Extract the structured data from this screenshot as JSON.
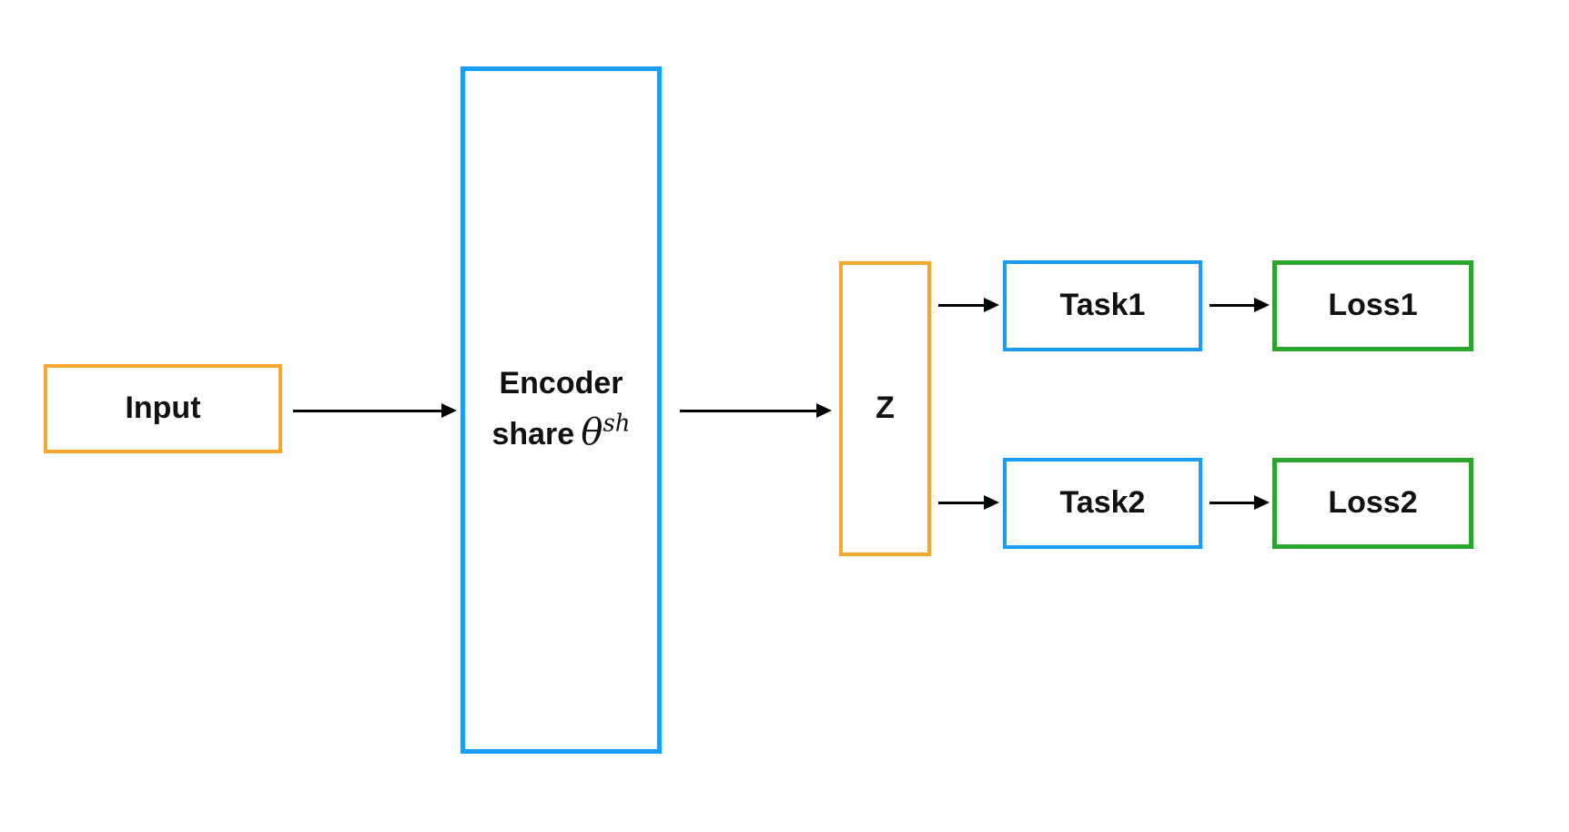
{
  "colors": {
    "orange": "#F7A72E",
    "blue": "#1A9EF5",
    "green": "#2CA52F",
    "arrow": "#000000",
    "background": "#FFFFFF",
    "text": "#111111"
  },
  "nodes": {
    "input": {
      "label": "Input",
      "border_color": "#F7A72E"
    },
    "encoder": {
      "label_line1": "Encoder",
      "label_line2_prefix": "share",
      "theta_symbol": "θ",
      "theta_superscript": "sh",
      "border_color": "#1A9EF5"
    },
    "z": {
      "label": "Z",
      "border_color": "#F7A72E"
    },
    "task1": {
      "label": "Task1",
      "border_color": "#1A9EF5"
    },
    "loss1": {
      "label": "Loss1",
      "border_color": "#2CA52F"
    },
    "task2": {
      "label": "Task2",
      "border_color": "#1A9EF5"
    },
    "loss2": {
      "label": "Loss2",
      "border_color": "#2CA52F"
    }
  },
  "arrows": [
    {
      "from": "input",
      "to": "encoder"
    },
    {
      "from": "encoder",
      "to": "z"
    },
    {
      "from": "z",
      "to": "task1"
    },
    {
      "from": "task1",
      "to": "loss1"
    },
    {
      "from": "z",
      "to": "task2"
    },
    {
      "from": "task2",
      "to": "loss2"
    }
  ]
}
